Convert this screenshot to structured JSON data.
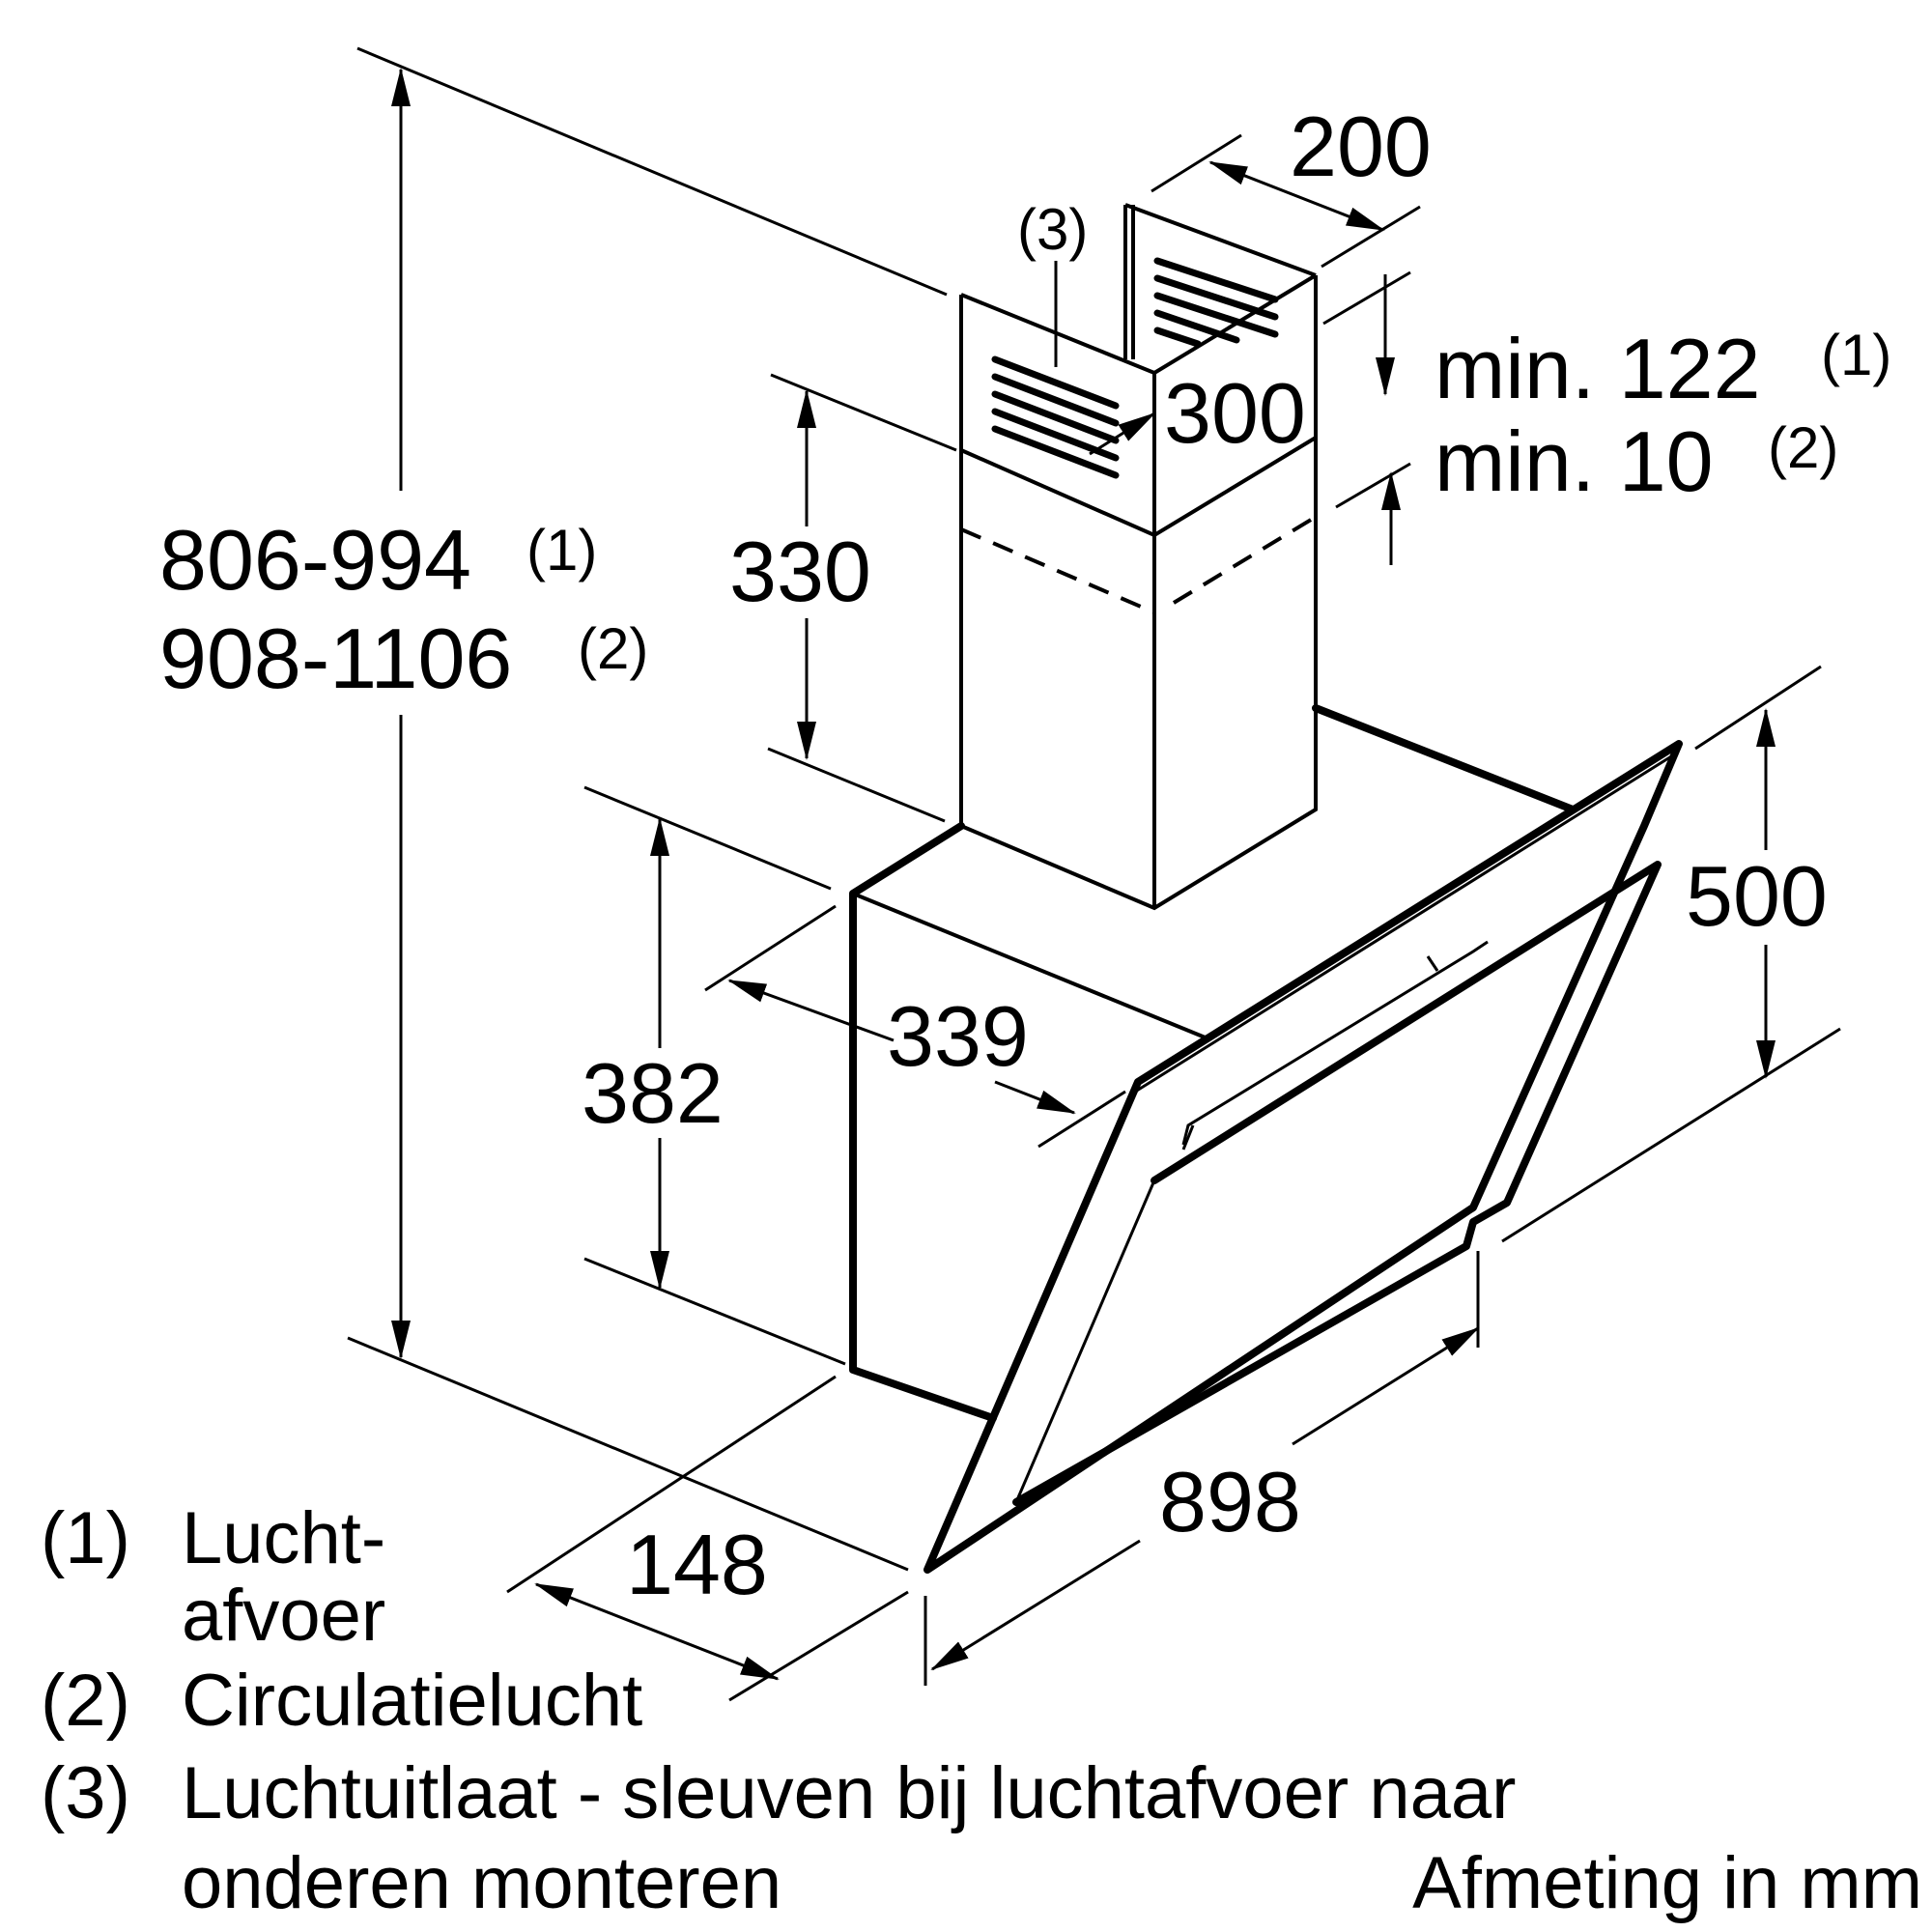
{
  "dimensions": {
    "total_height_1": "806-994",
    "total_height_1_note": "(1)",
    "total_height_2": "908-1106",
    "total_height_2_note": "(2)",
    "chimney_width": "200",
    "chimney_depth": "300",
    "upper_chimney_height": "330",
    "min_gap_1": "min. 122",
    "min_gap_1_note": "(1)",
    "min_gap_2": "min. 10",
    "min_gap_2_note": "(2)",
    "lower_chimney_height": "382",
    "lower_chimney_depth": "339",
    "hood_height": "500",
    "hood_width": "898",
    "hood_bottom_depth": "148",
    "outlet_marker": "(3)"
  },
  "legend": [
    {
      "number": "(1)",
      "lines": [
        "Lucht-",
        "afvoer"
      ]
    },
    {
      "number": "(2)",
      "lines": [
        "Circulatielucht"
      ]
    },
    {
      "number": "(3)",
      "lines": [
        "Luchtuitlaat - sleuven bij luchtafvoer naar",
        "onderen monteren"
      ]
    }
  ],
  "unit_note": "Afmeting in mm"
}
